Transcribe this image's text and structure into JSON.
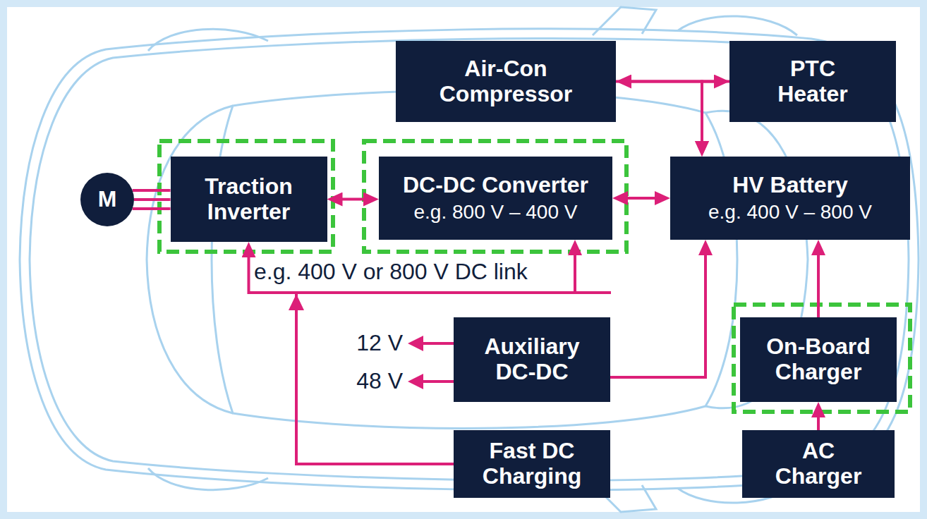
{
  "diagram": {
    "nodes": [
      {
        "text": [
          "Air-Con Compressor"
        ]
      },
      {
        "text": [
          "PTC Heater"
        ]
      },
      {
        "text": [
          "M"
        ]
      },
      {
        "text": [
          "Traction Inverter"
        ]
      },
      {
        "text": [
          "DC-DC Converter",
          "e.g. 800 V – 400 V"
        ]
      },
      {
        "text": [
          "HV Battery",
          "e.g. 400 V – 800 V"
        ]
      },
      {
        "text": [
          "Auxiliary DC-DC"
        ]
      },
      {
        "text": [
          "On-Board Charger"
        ]
      },
      {
        "text": [
          "Fast DC Charging"
        ]
      },
      {
        "text": [
          "AC Charger"
        ]
      }
    ],
    "edges": [
      {
        "from": 0,
        "to": 1,
        "arrow": "both"
      },
      {
        "from": 0,
        "to": 5,
        "arrow": "to"
      },
      {
        "from": 1,
        "to": 5,
        "arrow": "to"
      },
      {
        "from": 2,
        "to": 3,
        "arrow": "none"
      },
      {
        "from": 3,
        "to": 4,
        "arrow": "both"
      },
      {
        "from": 4,
        "to": 5,
        "arrow": "both"
      },
      {
        "from": 8,
        "to": 3,
        "arrow": "to"
      },
      {
        "from": 8,
        "to": 4,
        "arrow": "to"
      },
      {
        "from": 6,
        "to": 5,
        "arrow": "to"
      },
      {
        "from": 7,
        "to": 5,
        "arrow": "to"
      },
      {
        "from": 9,
        "to": 7,
        "arrow": "to"
      }
    ],
    "labels": [
      "e.g. 400 V or 800 V DC link",
      "12 V",
      "48 V"
    ]
  }
}
